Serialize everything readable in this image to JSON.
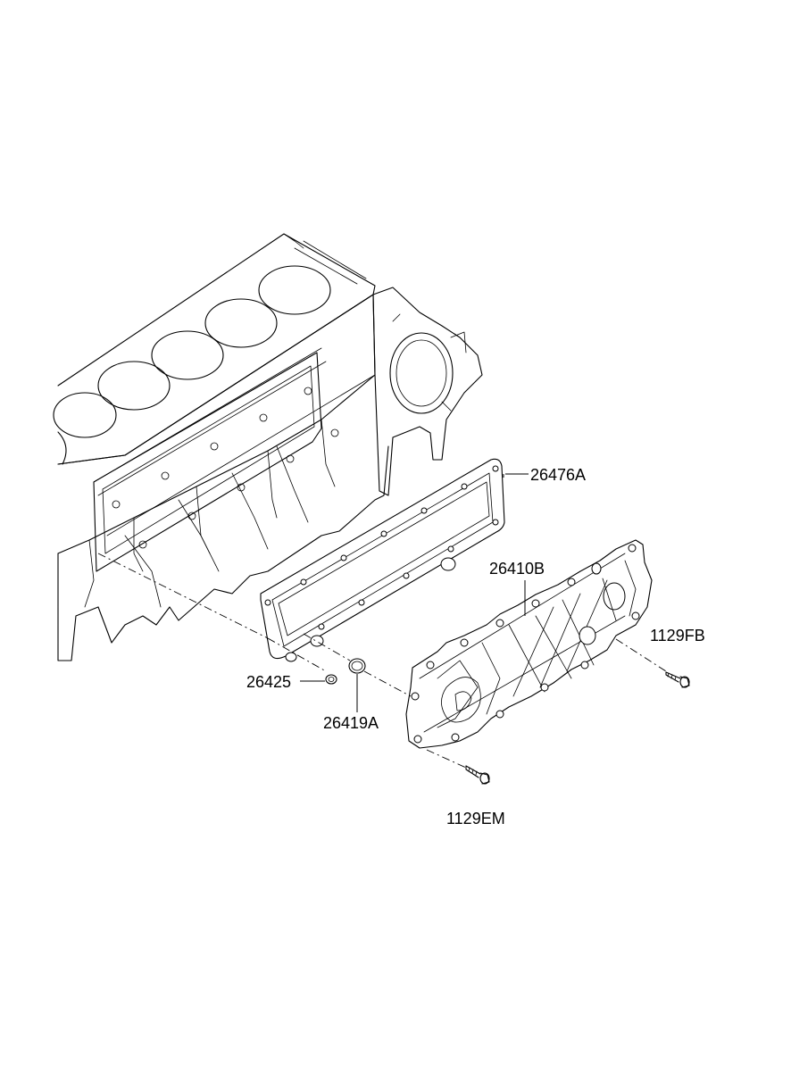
{
  "parts": [
    {
      "id": "part-26476a",
      "number": "26476A"
    },
    {
      "id": "part-26410b",
      "number": "26410B"
    },
    {
      "id": "part-1129fb",
      "number": "1129FB"
    },
    {
      "id": "part-26425",
      "number": "26425"
    },
    {
      "id": "part-26419a",
      "number": "26419A"
    },
    {
      "id": "part-1129em",
      "number": "1129EM"
    }
  ]
}
